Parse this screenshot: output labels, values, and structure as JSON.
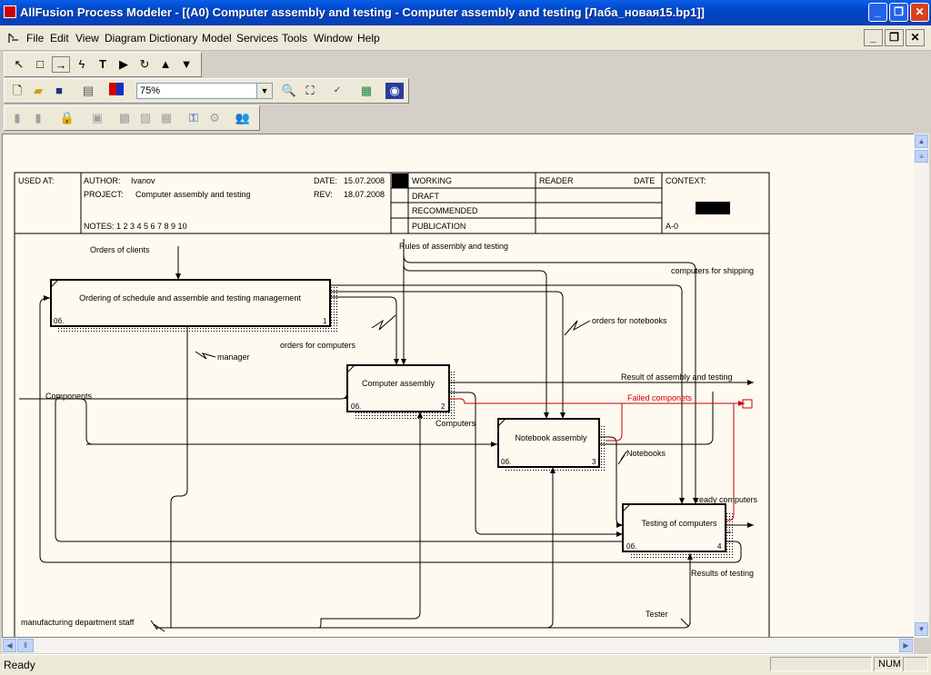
{
  "window": {
    "title": "AllFusion Process Modeler - [(A0) Computer assembly and testing - Computer assembly and testing  [Лаба_новая15.bp1]]",
    "minimize": "_",
    "maximize": "❐",
    "close": "✕"
  },
  "menu": {
    "items": [
      "File",
      "Edit",
      "View",
      "Diagram",
      "Dictionary",
      "Model",
      "Services",
      "Tools",
      "Window",
      "Help"
    ]
  },
  "toolbar": {
    "zoom_value": "75%"
  },
  "header": {
    "used_at": "USED AT:",
    "author_label": "AUTHOR:",
    "author": "Ivanov",
    "project_label": "PROJECT:",
    "project": "Computer assembly and testing",
    "date_label": "DATE:",
    "date": "15.07.2008",
    "rev_label": "REV:",
    "rev": "18.07.2008",
    "notes": "NOTES:  1  2  3  4  5  6  7  8  9  10",
    "status": [
      "WORKING",
      "DRAFT",
      "RECOMMENDED",
      "PUBLICATION"
    ],
    "reader": "READER",
    "reader_date": "DATE",
    "context": "CONTEXT:",
    "node": "A-0"
  },
  "diagram": {
    "boxes": [
      {
        "label": "Ordering of schedule and assemble and testing management",
        "cost": "0б.",
        "number": "1"
      },
      {
        "label": "Computer assembly",
        "cost": "0б.",
        "number": "2"
      },
      {
        "label": "Notebook assembly",
        "cost": "0б.",
        "number": "3"
      },
      {
        "label": "Testing of computers",
        "cost": "0б.",
        "number": "4"
      }
    ],
    "arrows": {
      "orders_of_clients": "Orders of clients",
      "rules": "Rules of assembly and testing",
      "computers_for_shipping": "computers for shipping",
      "orders_for_notebooks": "orders for notebooks",
      "orders_for_computers": "orders for computers",
      "manager": "manager",
      "result": "Result of assembly and testing",
      "failed": "Failed componets",
      "components": "Components",
      "computers": "Computers",
      "notebooks": "Notebooks",
      "ready_computers": "ready computers",
      "results_of_testing": "Results of testing",
      "staff": "manufacturing department staff",
      "tester": "Tester"
    }
  },
  "colors": {
    "failed_arrow": "#cc0000",
    "title_bar": "#0a5ee8"
  },
  "status": {
    "text": "Ready",
    "num": "NUM"
  }
}
